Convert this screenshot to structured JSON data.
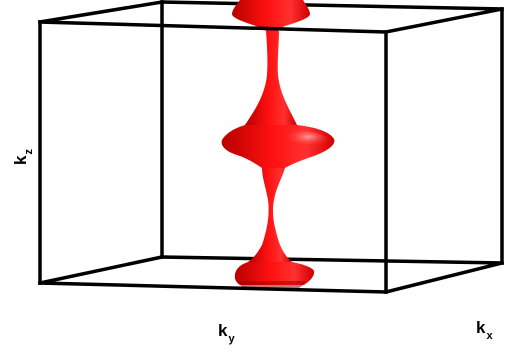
{
  "axes": {
    "ky": {
      "main": "k",
      "sub": "y"
    },
    "kx": {
      "main": "k",
      "sub": "x"
    },
    "kz": {
      "main": "k",
      "sub": "z"
    }
  },
  "colors": {
    "surface": "#ff0000",
    "surface_shadow": "#c80000",
    "surface_highlight": "#ff9a9a",
    "box_edges": "#000000",
    "background": "#ffffff"
  }
}
